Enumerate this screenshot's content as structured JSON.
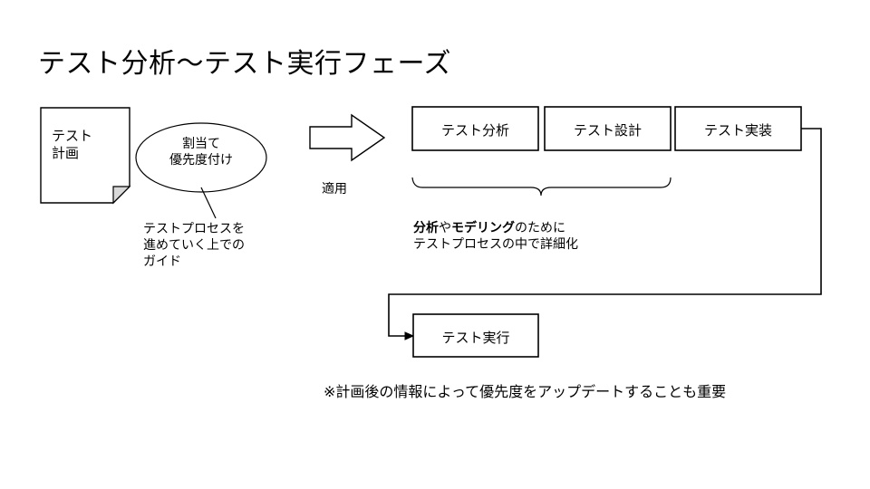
{
  "slide": {
    "title": "テスト分析～テスト実行フェーズ",
    "background_color": "#ffffff",
    "line_color": "#000000",
    "fold_fill_color": "#d9d9d9"
  },
  "document_shape": {
    "name": "test-plan-document",
    "label_line1": "テスト",
    "label_line2": "計画"
  },
  "ellipse_shape": {
    "name": "allocation-priority-ellipse",
    "label_line1": "割当て",
    "label_line2": "優先度付け"
  },
  "guide_note": {
    "line1": "テストプロセスを",
    "line2": "進めていく上での",
    "line3": "ガイド"
  },
  "apply_arrow": {
    "label": "適用",
    "icon": "block-arrow-right-icon"
  },
  "process_boxes": [
    {
      "label": "テスト分析"
    },
    {
      "label": "テスト設計"
    },
    {
      "label": "テスト実装"
    }
  ],
  "execution_box": {
    "label": "テスト実行"
  },
  "brace_note": {
    "line1_part1_bold": "分析",
    "line1_part2": "や",
    "line1_part3_bold": "モデリング",
    "line1_part4": "のために",
    "line2": "テストプロセスの中で詳細化"
  },
  "footer_note": {
    "text": "※計画後の情報によって優先度をアップデートすることも重要"
  }
}
